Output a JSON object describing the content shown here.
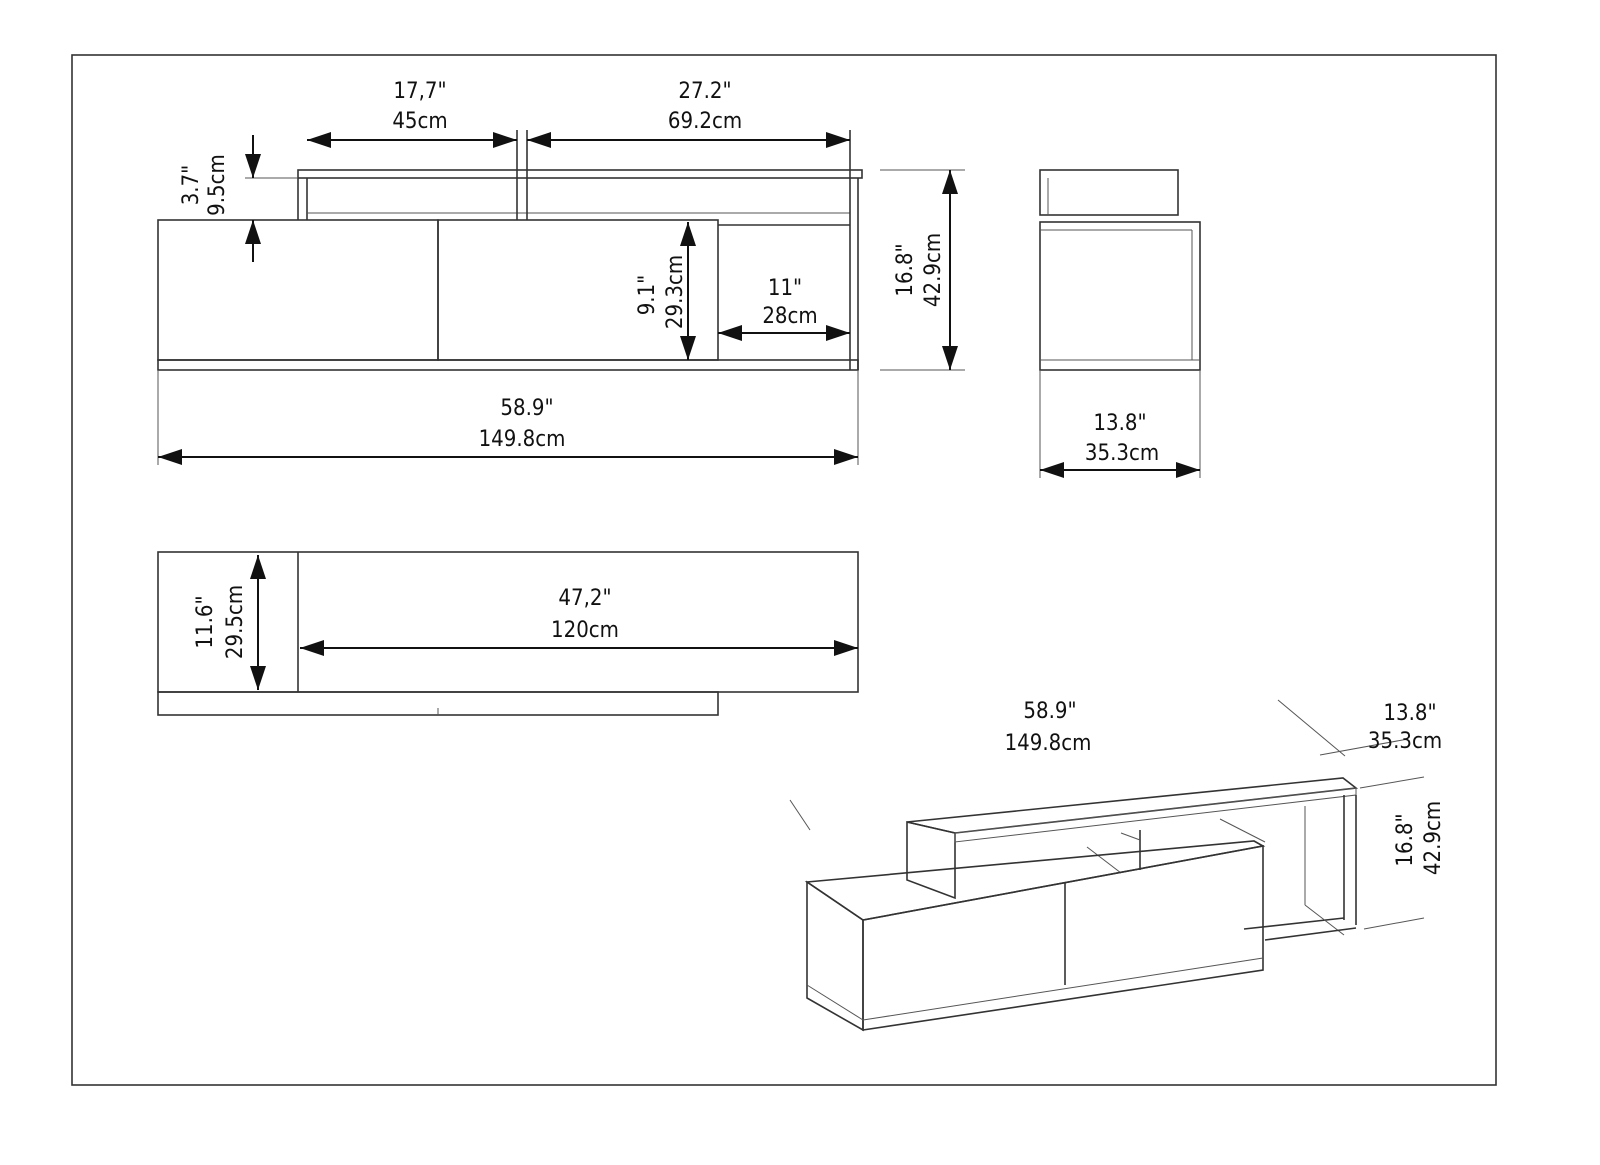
{
  "front_view": {
    "top_left_width": {
      "in": "17,7\"",
      "cm": "45cm"
    },
    "top_right_width": {
      "in": "27.2\"",
      "cm": "69.2cm"
    },
    "top_height": {
      "in": "3.7\"",
      "cm": "9.5cm"
    },
    "door_height": {
      "in": "9.1\"",
      "cm": "29.3cm"
    },
    "open_width": {
      "in": "11\"",
      "cm": "28cm"
    },
    "total_height": {
      "in": "16.8\"",
      "cm": "42.9cm"
    },
    "total_width": {
      "in": "58.9\"",
      "cm": "149.8cm"
    }
  },
  "side_view": {
    "depth": {
      "in": "13.8\"",
      "cm": "35.3cm"
    }
  },
  "top_view": {
    "depth": {
      "in": "11.6\"",
      "cm": "29.5cm"
    },
    "width": {
      "in": "47,2\"",
      "cm": "120cm"
    }
  },
  "iso_view": {
    "width": {
      "in": "58.9\"",
      "cm": "149.8cm"
    },
    "depth": {
      "in": "13.8\"",
      "cm": "35.3cm"
    },
    "height": {
      "in": "16.8\"",
      "cm": "42.9cm"
    }
  }
}
